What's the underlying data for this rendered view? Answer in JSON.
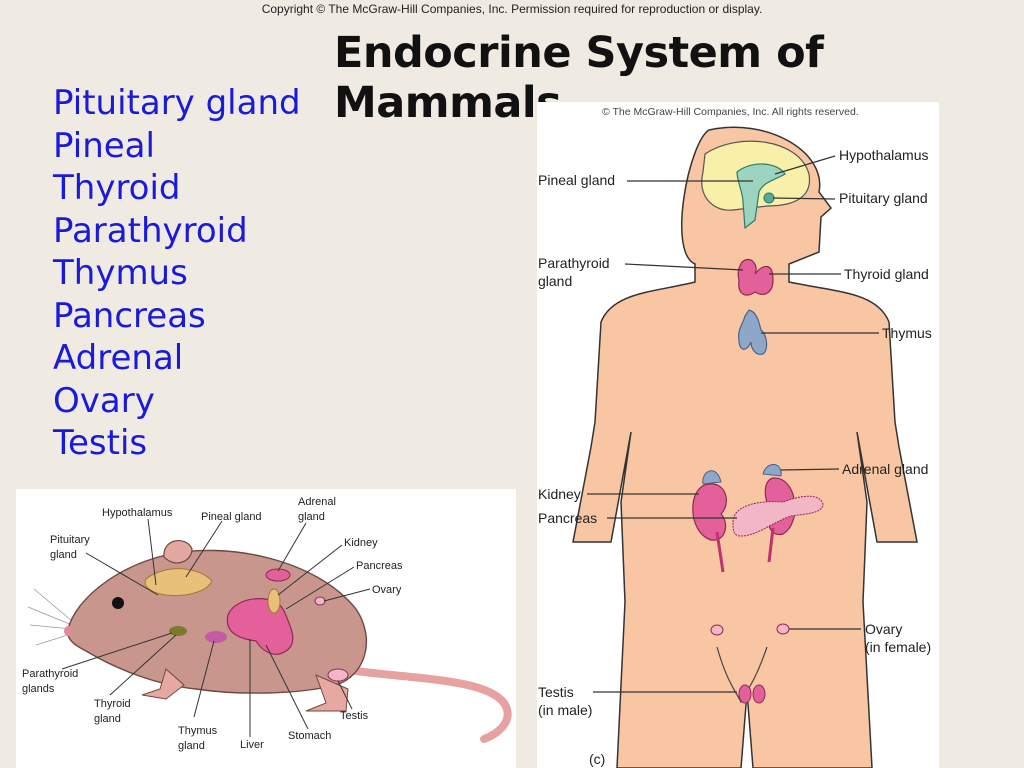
{
  "slide": {
    "copyright": "Copyright © The McGraw-Hill Companies, Inc. Permission required for reproduction or display.",
    "title": "Endocrine System of Mammals",
    "glands": [
      "Pituitary gland",
      "Pineal",
      "Thyroid",
      "Parathyroid",
      "Thymus",
      "Pancreas",
      "Adrenal",
      "Ovary",
      "Testis"
    ]
  },
  "human": {
    "copyright": "© The McGraw-Hill Companies, Inc. All rights reserved.",
    "hypothalamus": "Hypothalamus",
    "pineal_gland": "Pineal gland",
    "pituitary_gland": "Pituitary gland",
    "parathyroid_1": "Parathyroid",
    "parathyroid_2": "gland",
    "thyroid_gland": "Thyroid gland",
    "thymus": "Thymus",
    "adrenal_gland": "Adrenal gland",
    "kidney": "Kidney",
    "pancreas": "Pancreas",
    "ovary_1": "Ovary",
    "ovary_2": "(in female)",
    "testis_1": "Testis",
    "testis_2": "(in male)",
    "panel_label": "(c)"
  },
  "rat": {
    "hypothalamus": "Hypothalamus",
    "pineal_gland": "Pineal gland",
    "adrenal_1": "Adrenal",
    "adrenal_2": "gland",
    "kidney": "Kidney",
    "pituitary_1": "Pituitary",
    "pituitary_2": "gland",
    "pancreas": "Pancreas",
    "ovary": "Ovary",
    "parathyroid_1": "Parathyroid",
    "parathyroid_2": "glands",
    "thyroid_1": "Thyroid",
    "thyroid_2": "gland",
    "thymus_1": "Thymus",
    "thymus_2": "gland",
    "liver": "Liver",
    "stomach": "Stomach",
    "testis": "Testis"
  },
  "colors": {
    "list_text": "#1a1adb",
    "background": "#efebe3",
    "skin": "#f9c6a4",
    "gland_pink": "#e3609a",
    "gland_blue": "#8ea7c9",
    "brain_yellow": "#f8efa8",
    "rat_fur": "#c8968c"
  }
}
